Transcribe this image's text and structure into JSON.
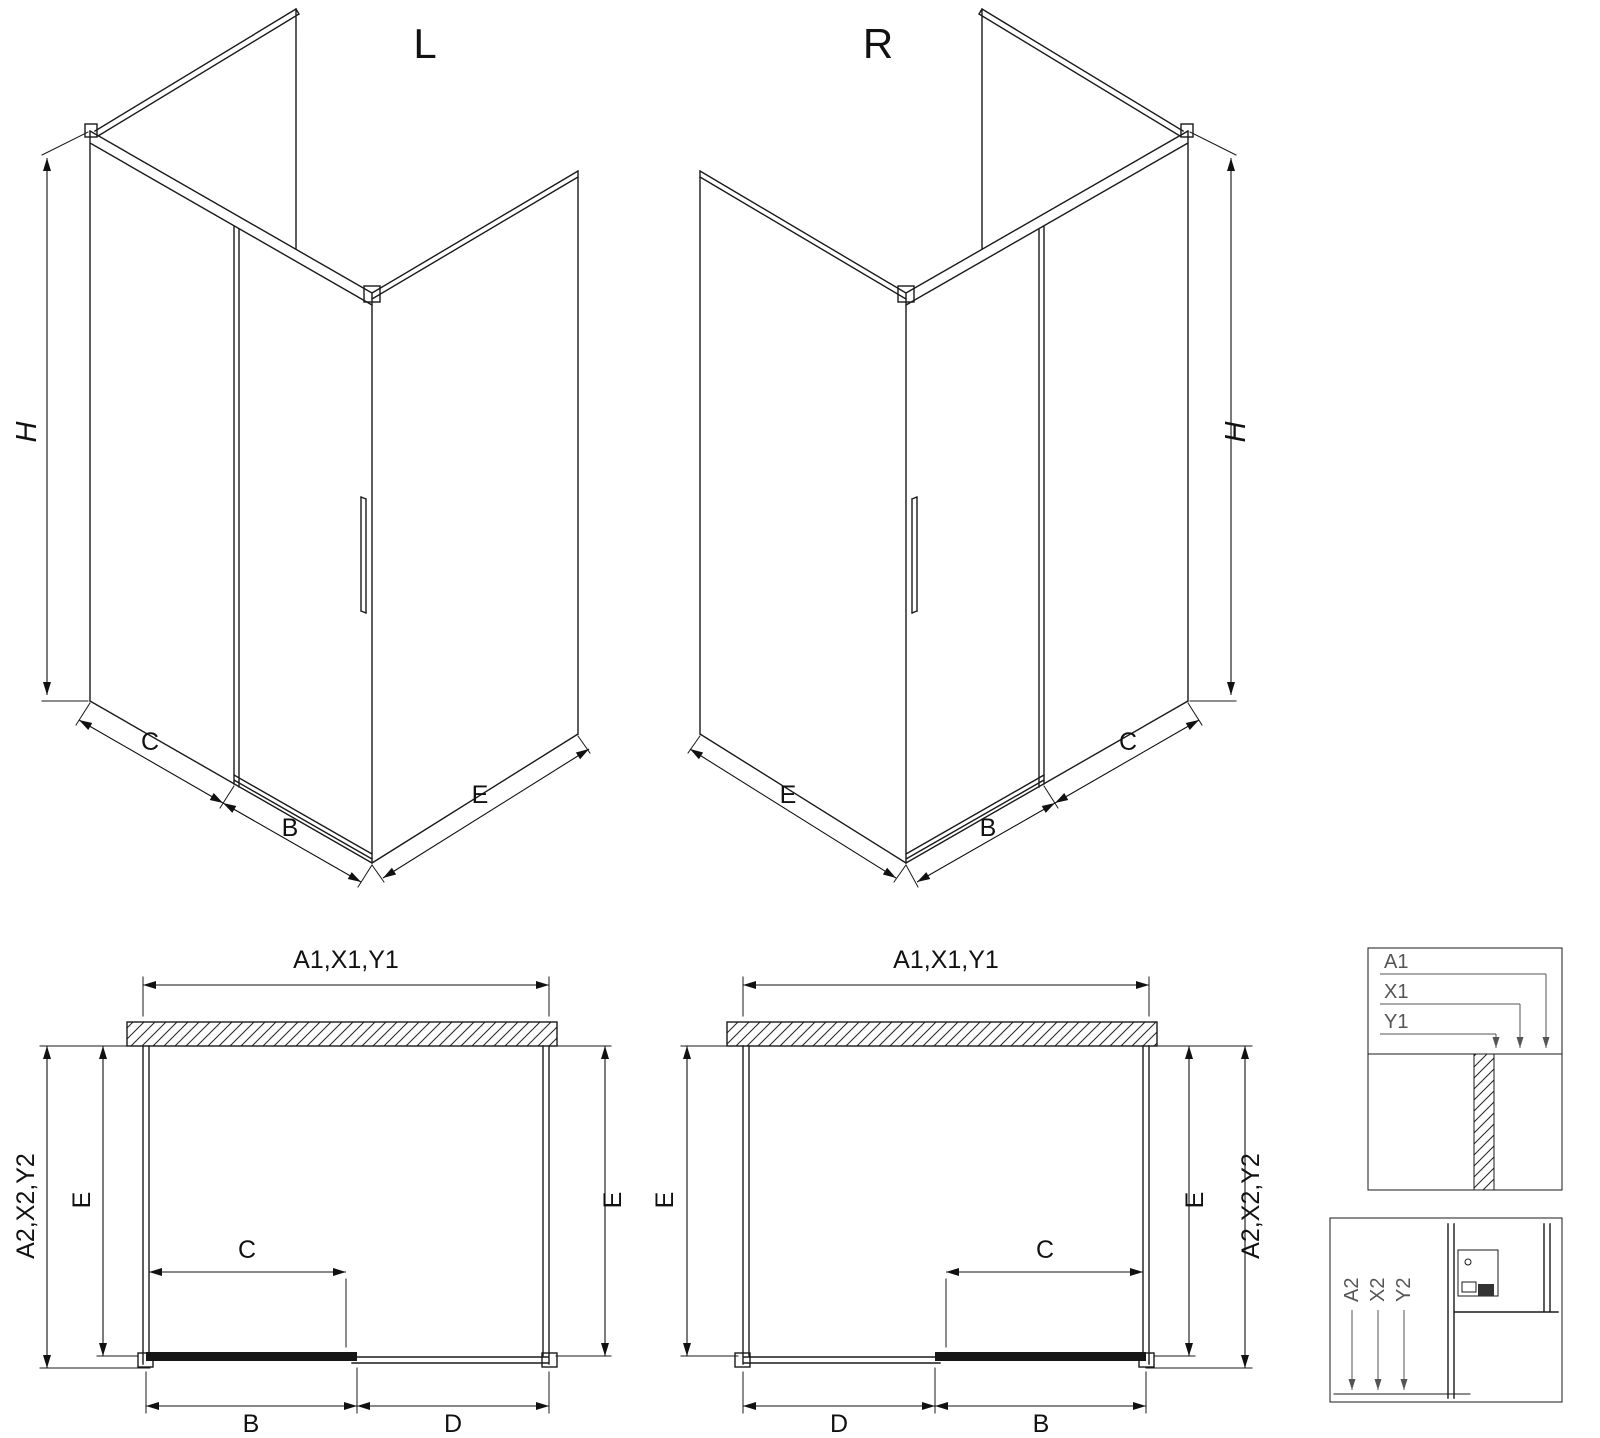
{
  "iso_l": {
    "title": "L",
    "dim_h": "H",
    "dim_c": "C",
    "dim_b": "B",
    "dim_e": "E"
  },
  "iso_r": {
    "title": "R",
    "dim_h": "H",
    "dim_c": "C",
    "dim_b": "B",
    "dim_e": "E"
  },
  "plan_l": {
    "dim_top": "A1,X1,Y1",
    "dim_side": "A2,X2,Y2",
    "dim_e_left": "E",
    "dim_e_right": "E",
    "dim_c": "C",
    "dim_b": "B",
    "dim_d": "D"
  },
  "plan_r": {
    "dim_top": "A1,X1,Y1",
    "dim_side": "A2,X2,Y2",
    "dim_e_left": "E",
    "dim_e_right": "E",
    "dim_c": "C",
    "dim_b": "B",
    "dim_d": "D"
  },
  "detail_top": {
    "a1": "A1",
    "x1": "X1",
    "y1": "Y1"
  },
  "detail_bottom": {
    "a2": "A2",
    "x2": "X2",
    "y2": "Y2"
  },
  "colors": {
    "ink": "#1a1a1a",
    "detail_gray": "#555555"
  }
}
